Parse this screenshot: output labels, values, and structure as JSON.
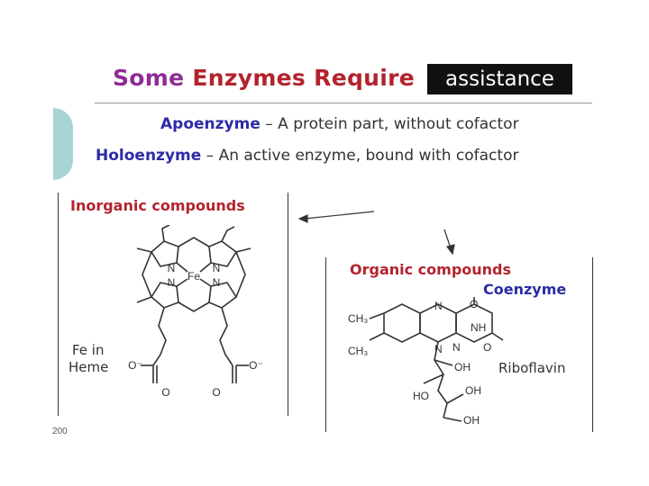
{
  "title": {
    "word1": "Some",
    "word2": "Enzymes",
    "word3": "Require",
    "highlight": "assistance"
  },
  "definitions": [
    {
      "term": "Apoenzyme",
      "sep": " – ",
      "text": "A protein part, without cofactor"
    },
    {
      "term": "Holoenzyme",
      "sep": " – ",
      "text": "An active enzyme, bound with cofactor"
    }
  ],
  "inorganic": {
    "heading": "Inorganic compounds",
    "label_line1": "Fe in",
    "label_line2": "Heme",
    "atoms": {
      "fe": "Fe",
      "n": "N",
      "o_minus": "O⁻",
      "o": "O"
    }
  },
  "organic": {
    "heading": "Organic compounds",
    "subheading": "Coenzyme",
    "molecule_label": "Riboflavin",
    "atoms": {
      "ch3": "CH₃",
      "n": "N",
      "nh": "NH",
      "o": "O",
      "oh": "OH",
      "ho": "HO"
    }
  },
  "footer_number": "200",
  "colors": {
    "title_purple": "#8e2c97",
    "title_red": "#b3232c",
    "term_blue": "#2c2ca6",
    "heading_red": "#b3232c",
    "tab_teal": "#a9d4d5"
  }
}
